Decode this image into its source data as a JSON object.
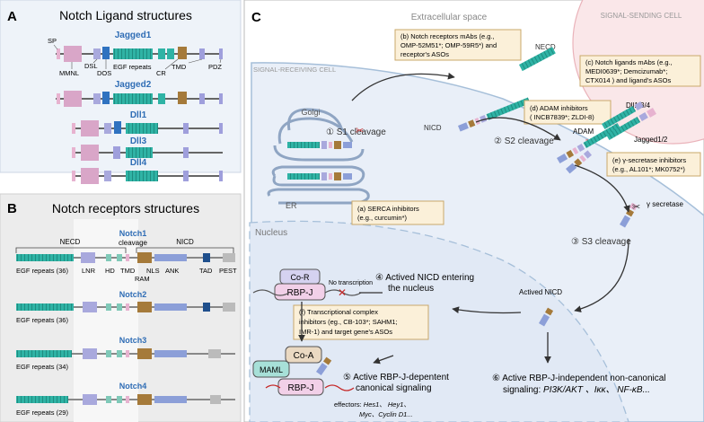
{
  "panelA": {
    "letter": "A",
    "title": "Notch Ligand structures",
    "ligands": [
      "Jagged1",
      "Jagged2",
      "Dll1",
      "Dll3",
      "Dll4"
    ],
    "domain_labels": {
      "sp": "SP",
      "mnnl": "MMNL",
      "dsl": "DSL",
      "dos": "DOS",
      "egf": "EGF repeats",
      "cr": "CR",
      "tmd": "TMD",
      "pdz": "PDZ"
    }
  },
  "panelB": {
    "letter": "B",
    "title": "Notch receptors structures",
    "receptors": [
      "Notch1",
      "Notch2",
      "Notch3",
      "Notch4"
    ],
    "egf_counts": [
      "EGF repeats (36)",
      "EGF repeats (36)",
      "EGF repeats (34)",
      "EGF repeats (29)"
    ],
    "labels": {
      "necd": "NECD",
      "cleavage": "cleavage",
      "nicd": "NICD",
      "lnr": "LNR",
      "hd": "HD",
      "tmd": "TMD",
      "nls": "NLS",
      "ank": "ANK",
      "tad": "TAD",
      "pest": "PEST",
      "ram": "RAM"
    }
  },
  "panelC": {
    "letter": "C",
    "extracellular": "Extracellular space",
    "sending_cell": "SIGNAL-SENDING CELL",
    "receiving_cell": "SIGNAL-RECEIVING CELL",
    "nucleus": "Nucleus",
    "golgi": "Golgi",
    "er": "ER",
    "necd": "NECD",
    "nicd": "NICD",
    "adam": "ADAM",
    "gamma_secretase": "γ secretase",
    "ligand_label": "Dll1/3/4",
    "ligand_label2": "Jagged1/2",
    "actived_nicd": "Actived NICD",
    "cor": "Co-R",
    "rbpj": "RBP-J",
    "coa": "Co-A",
    "maml": "MAML",
    "no_transcription": "No transcription",
    "steps": {
      "s1": "① S1 cleavage",
      "s2": "② S2 cleavage",
      "s3": "③ S3 cleavage",
      "s4a": "④ Actived NICD entering",
      "s4b": "the nucleus",
      "s5a": "⑤ Active RBP-J-depentent",
      "s5b": "canonical signaling",
      "s6a": "⑥ Active RBP-J-independent non-canonical",
      "s6b_prefix": "signaling: ",
      "s6b_italic": "PI3K/AKT 、Iκκ、 NF-κB..."
    },
    "effectors": {
      "l1_prefix": "effectors: ",
      "l1_italic": "Hes1、 Hey1、",
      "l2_italic": "Myc、Cyclin D1..."
    },
    "boxes": {
      "a": [
        "(a) SERCA inhibitors",
        "(e.g., curcumin*)"
      ],
      "b": [
        "(b) Notch receptors mAbs (e.g.,",
        "OMP-52M51*; OMP-59R5*) and",
        "receptor's ASOs"
      ],
      "c": [
        "(c) Notch ligands mAbs (e.g.,",
        "MEDI0639*; Demcizumab*;",
        "CTX014 ) and ligand's ASOs"
      ],
      "d": [
        "(d) ADAM inhibitors",
        "( INCB7839*; ZLDI-8)"
      ],
      "e": [
        "(e) γ-secretase inhibitors",
        "(e.g., AL101*; MK0752*)"
      ],
      "f": [
        "(f) Transcriptional complex",
        "inhibitors (eg., CB-103*; SAHM1;",
        "IMR-1) and target gene's ASOs"
      ]
    }
  },
  "colors": {
    "egf": "#2fb3a5",
    "egf_dark": "#1e8c80",
    "pink": "#e7b3d0",
    "lavender": "#a9a9dd",
    "blue_periwinkle": "#8c9fd8",
    "brown": "#a57a3a",
    "navy": "#1f4f8c",
    "grey": "#bbbbbb",
    "cell_fill": "#e9eff8",
    "cell_line": "#a6bfd9",
    "box_fill": "#fbf0d9",
    "box_line": "#c9a86a",
    "title_blue": "#2f6db5"
  }
}
